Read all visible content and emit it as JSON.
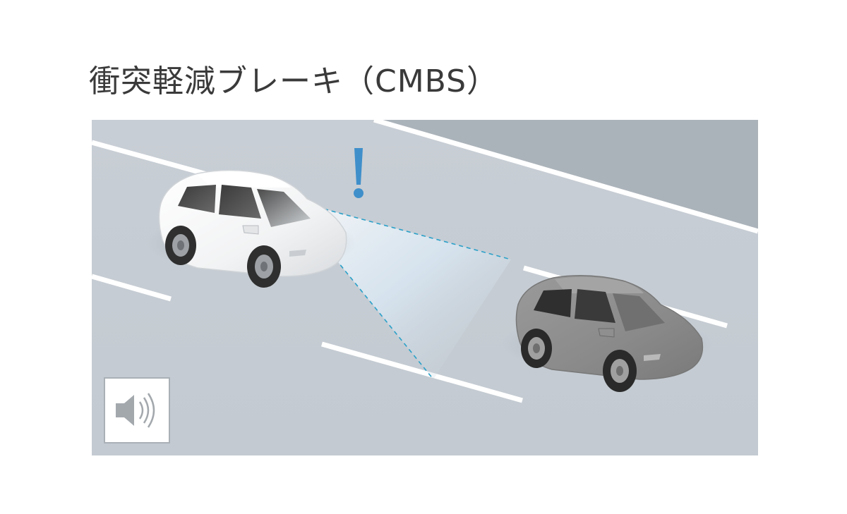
{
  "title": "衝突軽減ブレーキ（CMBS）",
  "illustration": {
    "own_car": "white-car",
    "front_car": "gray-car",
    "warning_icon": "exclamation-icon",
    "sound_icon": "speaker-icon"
  },
  "colors": {
    "road": "#c5ccd3",
    "roadside": "#a9b1b8",
    "lane_line": "#ffffff",
    "warning": "#3f8fca",
    "radar_beam": "#2aa0c8",
    "own_car_body": "#ffffff",
    "front_car_body": "#8a8a8a"
  }
}
